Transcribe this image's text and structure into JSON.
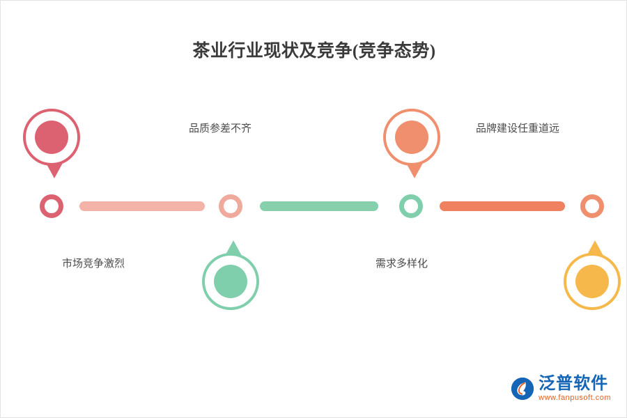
{
  "title": "茶业行业现状及竞争(竞争态势)",
  "colors": {
    "red": "#dd6271",
    "pink_light": "#f0a99d",
    "salmon": "#ef8f6e",
    "green": "#7fceac",
    "orange": "#f7b84b",
    "bar_pink": "#f3b3a8",
    "bar_green": "#86d0ac",
    "bar_salmon": "#ef8060",
    "text": "#4c4c4c",
    "title": "#3a3a3a",
    "logo_blue": "#1565b6",
    "logo_orange": "#e06020"
  },
  "nodes": [
    {
      "id": "node-1",
      "label": "市场竞争激烈",
      "color": "#dd6271",
      "position": "below-bar",
      "marker": "ring"
    },
    {
      "id": "node-2",
      "label": "品质参差不齐",
      "color": "#f0a99d",
      "position": "above-bar",
      "marker": "ring"
    },
    {
      "id": "node-3",
      "label": "需求多样化",
      "color": "#7fceac",
      "position": "below-bar",
      "marker": "ring"
    },
    {
      "id": "node-4",
      "label": "品牌建设任重道远",
      "color": "#ef8f6e",
      "position": "above-bar",
      "marker": "ring"
    }
  ],
  "pins": [
    {
      "id": "pin-1",
      "color": "#dd6271",
      "direction": "down"
    },
    {
      "id": "pin-2",
      "color": "#7fceac",
      "direction": "up"
    },
    {
      "id": "pin-3",
      "color": "#ef8f6e",
      "direction": "down"
    },
    {
      "id": "pin-4",
      "color": "#f7b84b",
      "direction": "up"
    }
  ],
  "segments": [
    {
      "id": "segment-1",
      "color": "#f3b3a8"
    },
    {
      "id": "segment-2",
      "color": "#86d0ac"
    },
    {
      "id": "segment-3",
      "color": "#ef8060"
    }
  ],
  "logo": {
    "name": "泛普软件",
    "url": "www.fanpusoft.com"
  }
}
